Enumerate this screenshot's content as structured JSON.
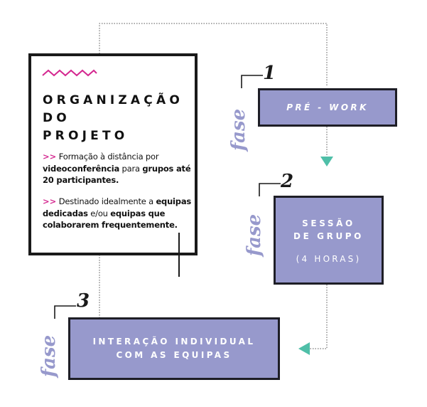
{
  "organization": {
    "title_lines": [
      "ORGANIZAÇÃO",
      "DO",
      "PROJETO"
    ],
    "paragraph1": {
      "marker": ">>",
      "t1": "Formação à distância por",
      "t2": "videoconferência",
      "t3": "para",
      "t4": "grupos até 20 participantes."
    },
    "paragraph2": {
      "marker": ">>",
      "t1": "Destinado idealmente a",
      "t2": "equipas dedicadas",
      "t3": "e/ou",
      "t4": "equipas que colaborarem frequentemente."
    }
  },
  "phases": [
    {
      "word": "fase",
      "number": "1",
      "lines": [
        "PRÉ - WORK"
      ]
    },
    {
      "word": "fase",
      "number": "2",
      "lines": [
        "SESSÃO",
        "DE GRUPO"
      ],
      "sub": "(4 HORAS)"
    },
    {
      "word": "fase",
      "number": "3",
      "lines": [
        "INTERAÇÃO INDIVIDUAL",
        "COM AS EQUIPAS"
      ]
    }
  ],
  "colors": {
    "phase_fill": "#9799cc",
    "phase_border": "#1e1e26",
    "accent_pink": "#d4278f",
    "arrow_teal": "#4fbfa8",
    "connector": "#555555"
  },
  "icons": {
    "zigzag": "zigzag-icon",
    "arrow_down": "arrow-down-icon",
    "arrow_left": "arrow-left-icon"
  }
}
